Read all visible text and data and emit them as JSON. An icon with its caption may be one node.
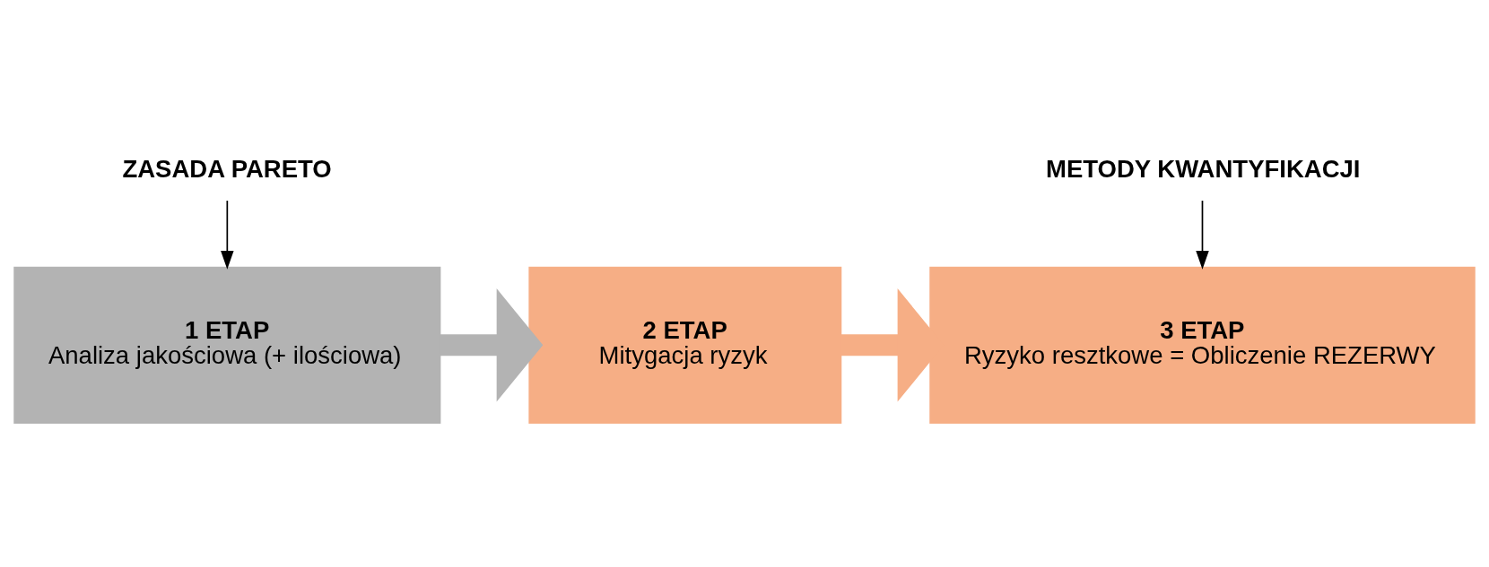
{
  "diagram": {
    "nodes": [
      {
        "text": [
          "1 ETAP",
          "Analiza jakościowa (+ ilościowa)"
        ]
      },
      {
        "text": [
          "2 ETAP",
          "Mitygacja ryzyk"
        ]
      },
      {
        "text": [
          "3 ETAP",
          "Ryzyko resztkowe = Obliczenie REZERWY"
        ]
      },
      {
        "text": [
          "METODY KWANTYFIKACJI"
        ]
      },
      {
        "text": [
          "ZASADA PARETO"
        ]
      }
    ],
    "edges": [
      {
        "from": 0,
        "to": 1,
        "arrow": "to",
        "style": "thick",
        "color": "#b3b3b3"
      },
      {
        "from": 1,
        "to": 2,
        "arrow": "to",
        "style": "thick",
        "color": "#f6ae85"
      },
      {
        "from": 3,
        "to": 2,
        "arrow": "to"
      },
      {
        "from": 4,
        "to": 0,
        "arrow": "to"
      }
    ]
  }
}
